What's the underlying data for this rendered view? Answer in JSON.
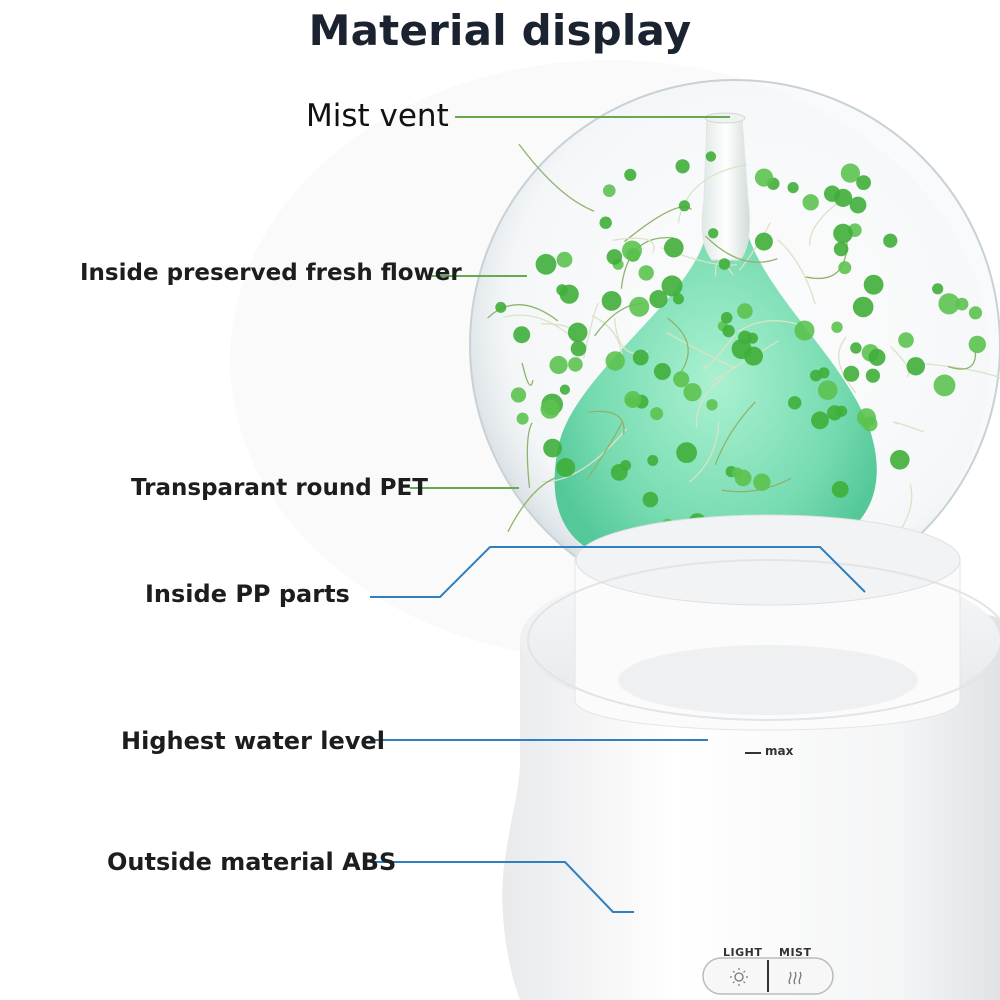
{
  "title": "Material display",
  "labels": {
    "mist_vent": "Mist vent",
    "inside_flower": "Inside preserved fresh flower",
    "round_pet": "Transparant round PET",
    "inside_pp": "Inside PP parts",
    "water_level": "Highest water level",
    "outside_abs": "Outside material ABS"
  },
  "device": {
    "light_button_label": "LIGHT",
    "mist_button_label": "MIST",
    "max_mark": "max",
    "light_icon": "sun-icon",
    "mist_icon": "steam-icon"
  },
  "colors": {
    "green_leader": "#6aa84f",
    "blue_leader": "#2f7fc1",
    "mist_glow": "#7fe3b8",
    "flower_green": "#3fae3a"
  }
}
